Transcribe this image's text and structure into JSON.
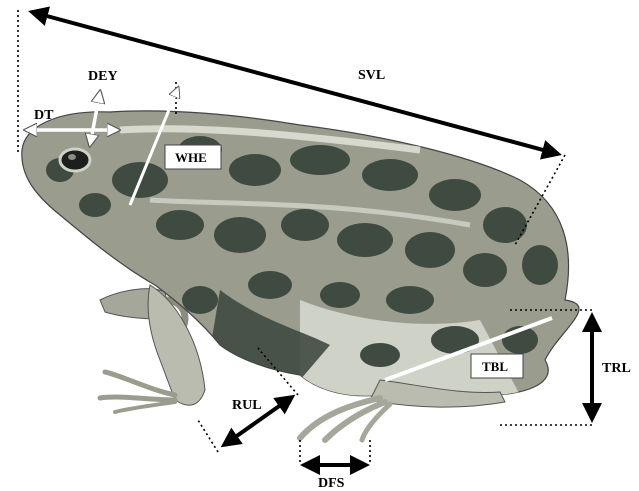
{
  "figure": {
    "labels": {
      "svl": "SVL",
      "dey": "DEY",
      "dt": "DT",
      "whe": "WHE",
      "rul": "RUL",
      "dfs": "DFS",
      "tbl": "TBL",
      "trl": "TRL"
    },
    "colors": {
      "measure_line": "#000000",
      "white_arrow": "#ffffff",
      "toad_base": "#9a9d8e",
      "toad_patch": "#3f4a40",
      "toad_light": "#cfd2c6",
      "toad_pale": "#e6e7df"
    },
    "subject": "green-toad-illustration"
  }
}
